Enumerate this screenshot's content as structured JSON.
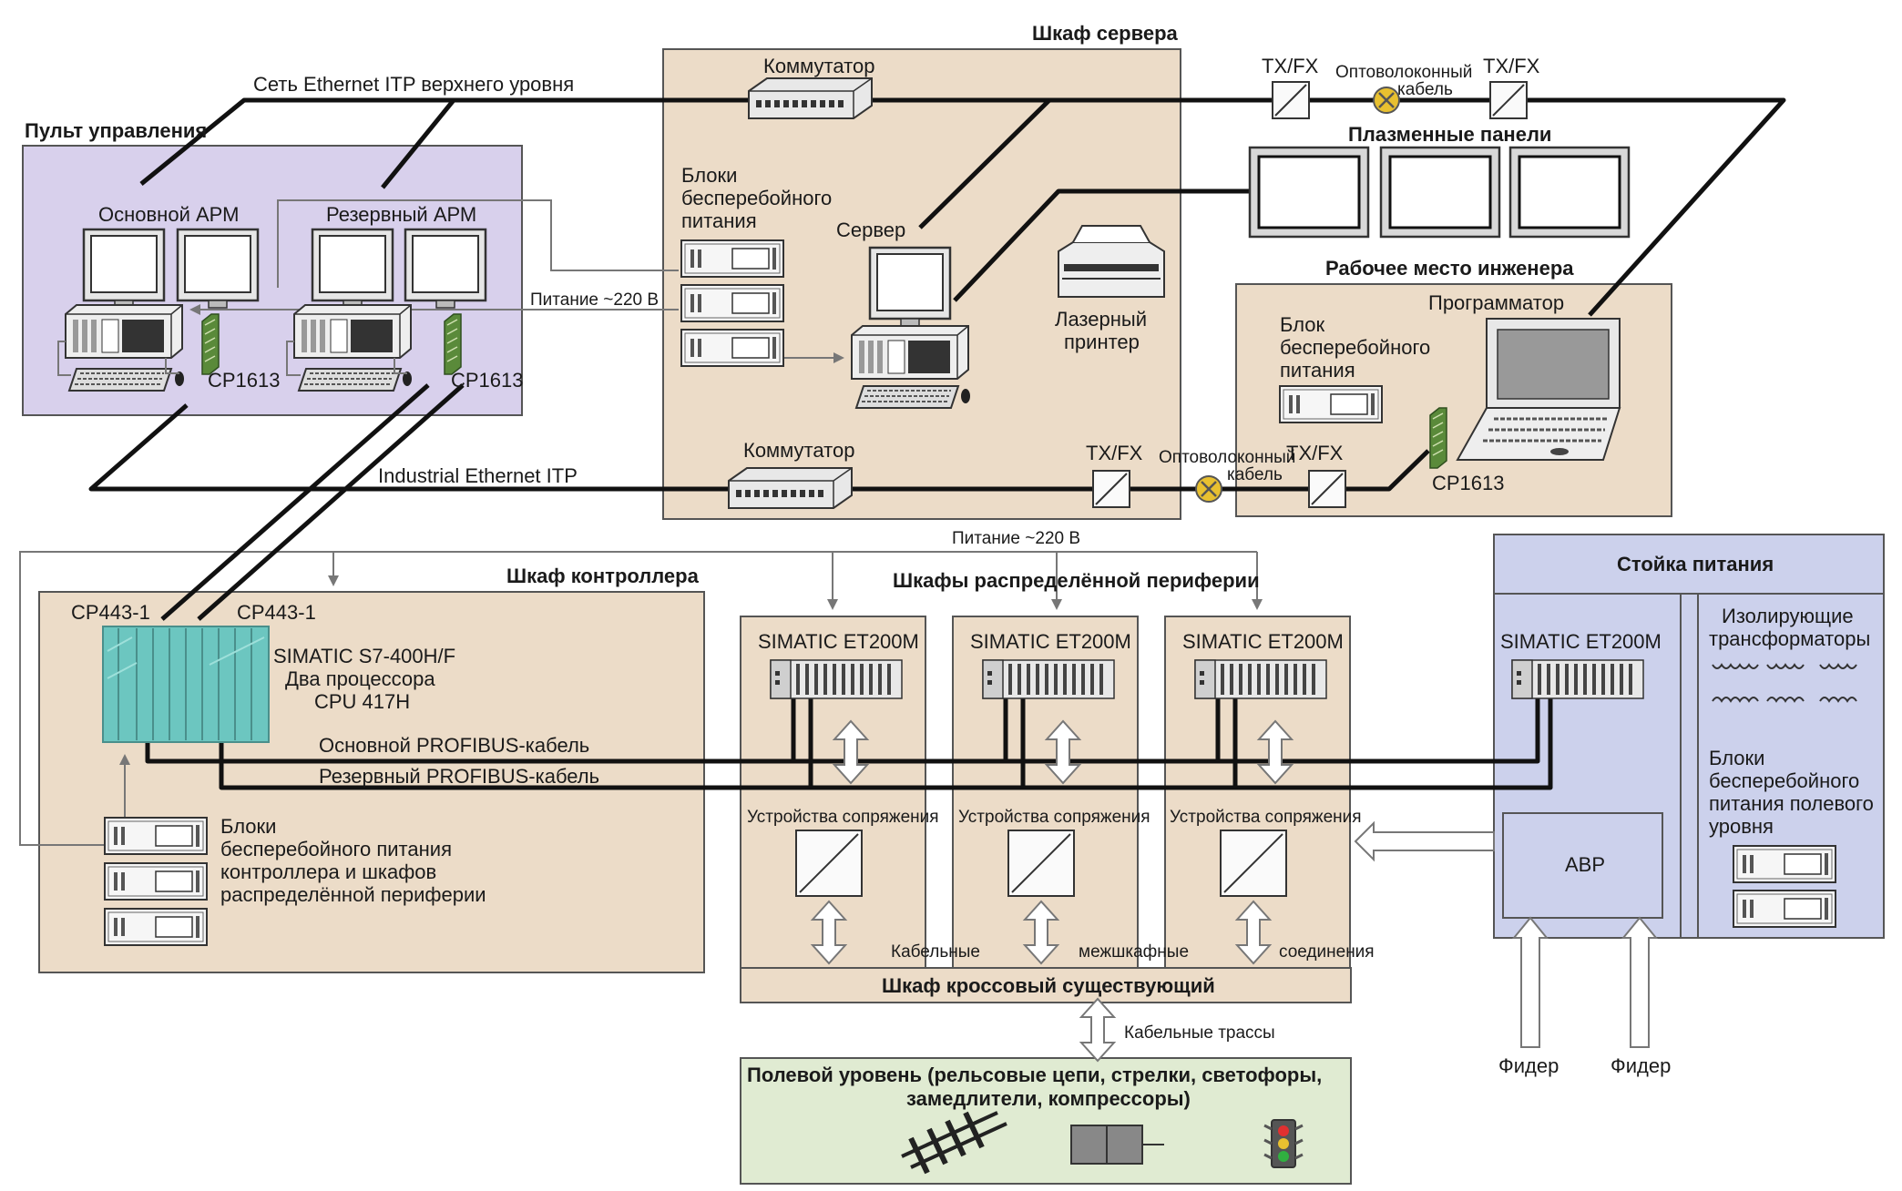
{
  "colors": {
    "control_panel": "#d8d0ec",
    "cabinet_tan": "#ecdcc8",
    "power_rack": "#ccd1ec",
    "field_level": "#e0ebd2",
    "plc_module": "#6cc6c0",
    "cable": "#111111"
  },
  "titles": {
    "control_panel": "Пульт управления",
    "server_cabinet": "Шкаф сервера",
    "plasma_panels": "Плазменные панели",
    "engineer_station": "Рабочее место инженера",
    "controller_cabinet": "Шкаф контроллера",
    "distributed_io": "Шкафы распределённой периферии",
    "power_rack": "Стойка питания",
    "cross_cabinet": "Шкаф кроссовый существующий",
    "field_level_line1": "Полевой уровень (рельсовые цепи, стрелки, светофоры,",
    "field_level_line2": "замедлители, компрессоры)"
  },
  "labels": {
    "top_network": "Сеть Ethernet ITP верхнего уровня",
    "industrial_ethernet": "Industrial Ethernet ITP",
    "main_arm": "Основной АРМ",
    "reserve_arm": "Резервный АРМ",
    "cp1613": "CP1613",
    "switch": "Коммутатор",
    "ups_server_1": "Блоки",
    "ups_server_2": "бесперебойного",
    "ups_server_3": "питания",
    "server": "Сервер",
    "laser_printer_1": "Лазерный",
    "laser_printer_2": "принтер",
    "power_220": "Питание ~220 В",
    "txfx": "TX/FX",
    "fiber_1": "Оптоволоконный",
    "fiber_2": "кабель",
    "programmer": "Программатор",
    "eng_ups_1": "Блок",
    "eng_ups_2": "бесперебойного",
    "eng_ups_3": "питания",
    "cp443": "CP443-1",
    "simatic_s7_1": "SIMATIC S7-400H/F",
    "simatic_s7_2": "Два процессора",
    "simatic_s7_3": "CPU 417H",
    "main_profibus": "Основной PROFIBUS-кабель",
    "reserve_profibus": "Резервный PROFIBUS-кабель",
    "ctrl_ups_1": "Блоки",
    "ctrl_ups_2": "бесперебойного питания",
    "ctrl_ups_3": "контроллера и шкафов",
    "ctrl_ups_4": "распределённой периферии",
    "et200m": "SIMATIC ET200M",
    "interface_devices": "Устройства сопряжения",
    "cable_conn_1": "Кабельные",
    "cable_conn_2": "межшкафные",
    "cable_conn_3": "соединения",
    "cable_routes": "Кабельные трассы",
    "iso_transformers_1": "Изолирующие",
    "iso_transformers_2": "трансформаторы",
    "field_ups_1": "Блоки",
    "field_ups_2": "бесперебойного",
    "field_ups_3": "питания полевого",
    "field_ups_4": "уровня",
    "avr": "АВР",
    "feeder": "Фидер"
  },
  "icons": [
    "monitor-icon",
    "pc-unit-icon",
    "keyboard-icon",
    "mouse-icon",
    "network-card-icon",
    "switch-icon",
    "ups-icon",
    "server-icon",
    "laser-printer-icon",
    "media-converter-icon",
    "fiber-coupler-icon",
    "laptop-icon",
    "plc-rack-icon",
    "io-module-icon",
    "signal-converter-icon",
    "transformer-icon",
    "rail-track-icon",
    "point-machine-icon",
    "traffic-light-icon"
  ]
}
